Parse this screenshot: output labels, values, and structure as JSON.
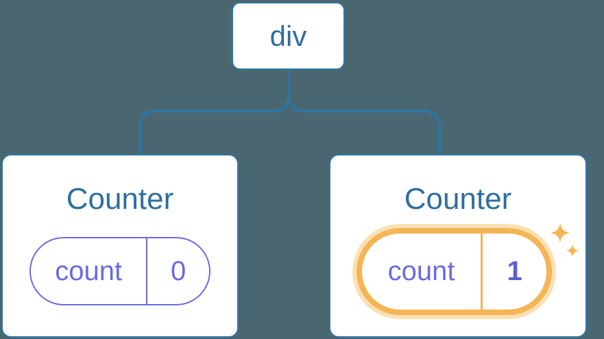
{
  "tree": {
    "root": {
      "label": "div"
    },
    "children": [
      {
        "title": "Counter",
        "state": {
          "key": "count",
          "value": "0"
        },
        "highlighted": false
      },
      {
        "title": "Counter",
        "state": {
          "key": "count",
          "value": "1"
        },
        "highlighted": true
      }
    ]
  },
  "icons": {
    "sparkles": "sparkles-icon"
  },
  "colors": {
    "background": "#4A6771",
    "connector_blue": "#2E75A3",
    "node_text_blue": "#2E6E9E",
    "card_background": "#FFFFFF",
    "state_purple": "#6A6AE0",
    "value_bold_purple": "#5A5FD6",
    "highlight_orange": "#F5B455",
    "highlight_glow": "#FBE0B2"
  }
}
